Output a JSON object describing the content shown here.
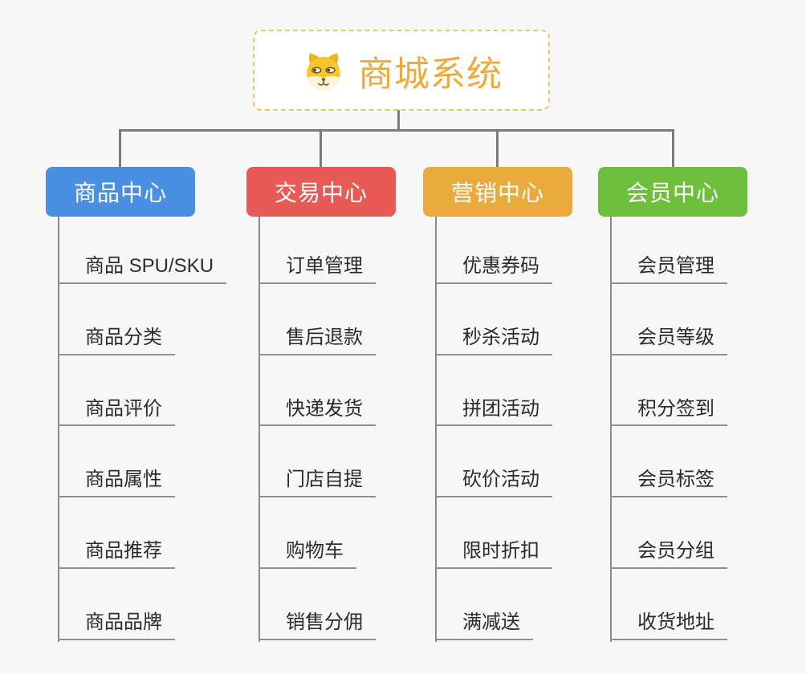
{
  "root": {
    "title": "商城系统",
    "icon": "dog-face-icon"
  },
  "branches": [
    {
      "label": "商品中心",
      "color": "#4a90e2",
      "children": [
        "商品 SPU/SKU",
        "商品分类",
        "商品评价",
        "商品属性",
        "商品推荐",
        "商品品牌"
      ]
    },
    {
      "label": "交易中心",
      "color": "#e85a55",
      "children": [
        "订单管理",
        "售后退款",
        "快递发货",
        "门店自提",
        "购物车",
        "销售分佣"
      ]
    },
    {
      "label": "营销中心",
      "color": "#ebaa3d",
      "children": [
        "优惠券码",
        "秒杀活动",
        "拼团活动",
        "砍价活动",
        "限时折扣",
        "满减送"
      ]
    },
    {
      "label": "会员中心",
      "color": "#6fbf3f",
      "children": [
        "会员管理",
        "会员等级",
        "积分签到",
        "会员标签",
        "会员分组",
        "收货地址"
      ]
    }
  ],
  "colors": {
    "background": "#f7f7f7",
    "connector": "#7b7b7b",
    "leaf_underline": "#8f8f8f",
    "leaf_text": "#2b2b2b",
    "root_border": "#f2c36e",
    "root_title_text": "#f0a93c"
  }
}
